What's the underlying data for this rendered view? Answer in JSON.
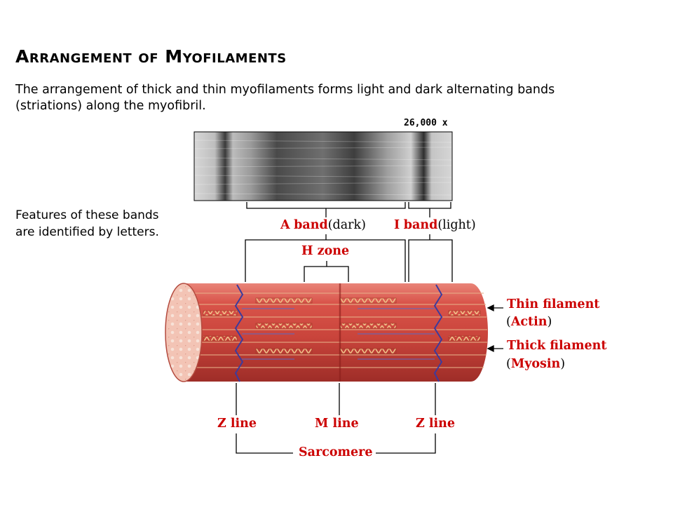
{
  "title": "Arrangement of Myofilaments",
  "intro_line1": "The arrangement of thick and thin myofilaments forms light and dark alternating bands",
  "intro_line2": "(striations) along the myofibril.",
  "features_line1": "Features of these bands",
  "features_line2": "are identified by letters.",
  "magnification": "26,000 x",
  "labels": {
    "a_letter": "A",
    "a_band": "band",
    "a_dark": "(dark)",
    "i_letter": "I",
    "i_band": "band",
    "i_light": "(light)",
    "h_zone": "H zone",
    "thin_filament": "Thin filament",
    "actin_open": "(",
    "actin": "Actin",
    "actin_close": ")",
    "thick_filament": "Thick filament",
    "myosin_open": "(",
    "myosin": "Myosin",
    "myosin_close": ")",
    "z_line_left": "Z line",
    "m_line": "M line",
    "z_line_right": "Z line",
    "sarcomere": "Sarcomere"
  },
  "colors": {
    "label_red": "#cc0000",
    "muscle": "#d9544a",
    "muscle_dark": "#a8302b",
    "z_line": "#3b3b9e",
    "thick": "#c88a4a"
  }
}
